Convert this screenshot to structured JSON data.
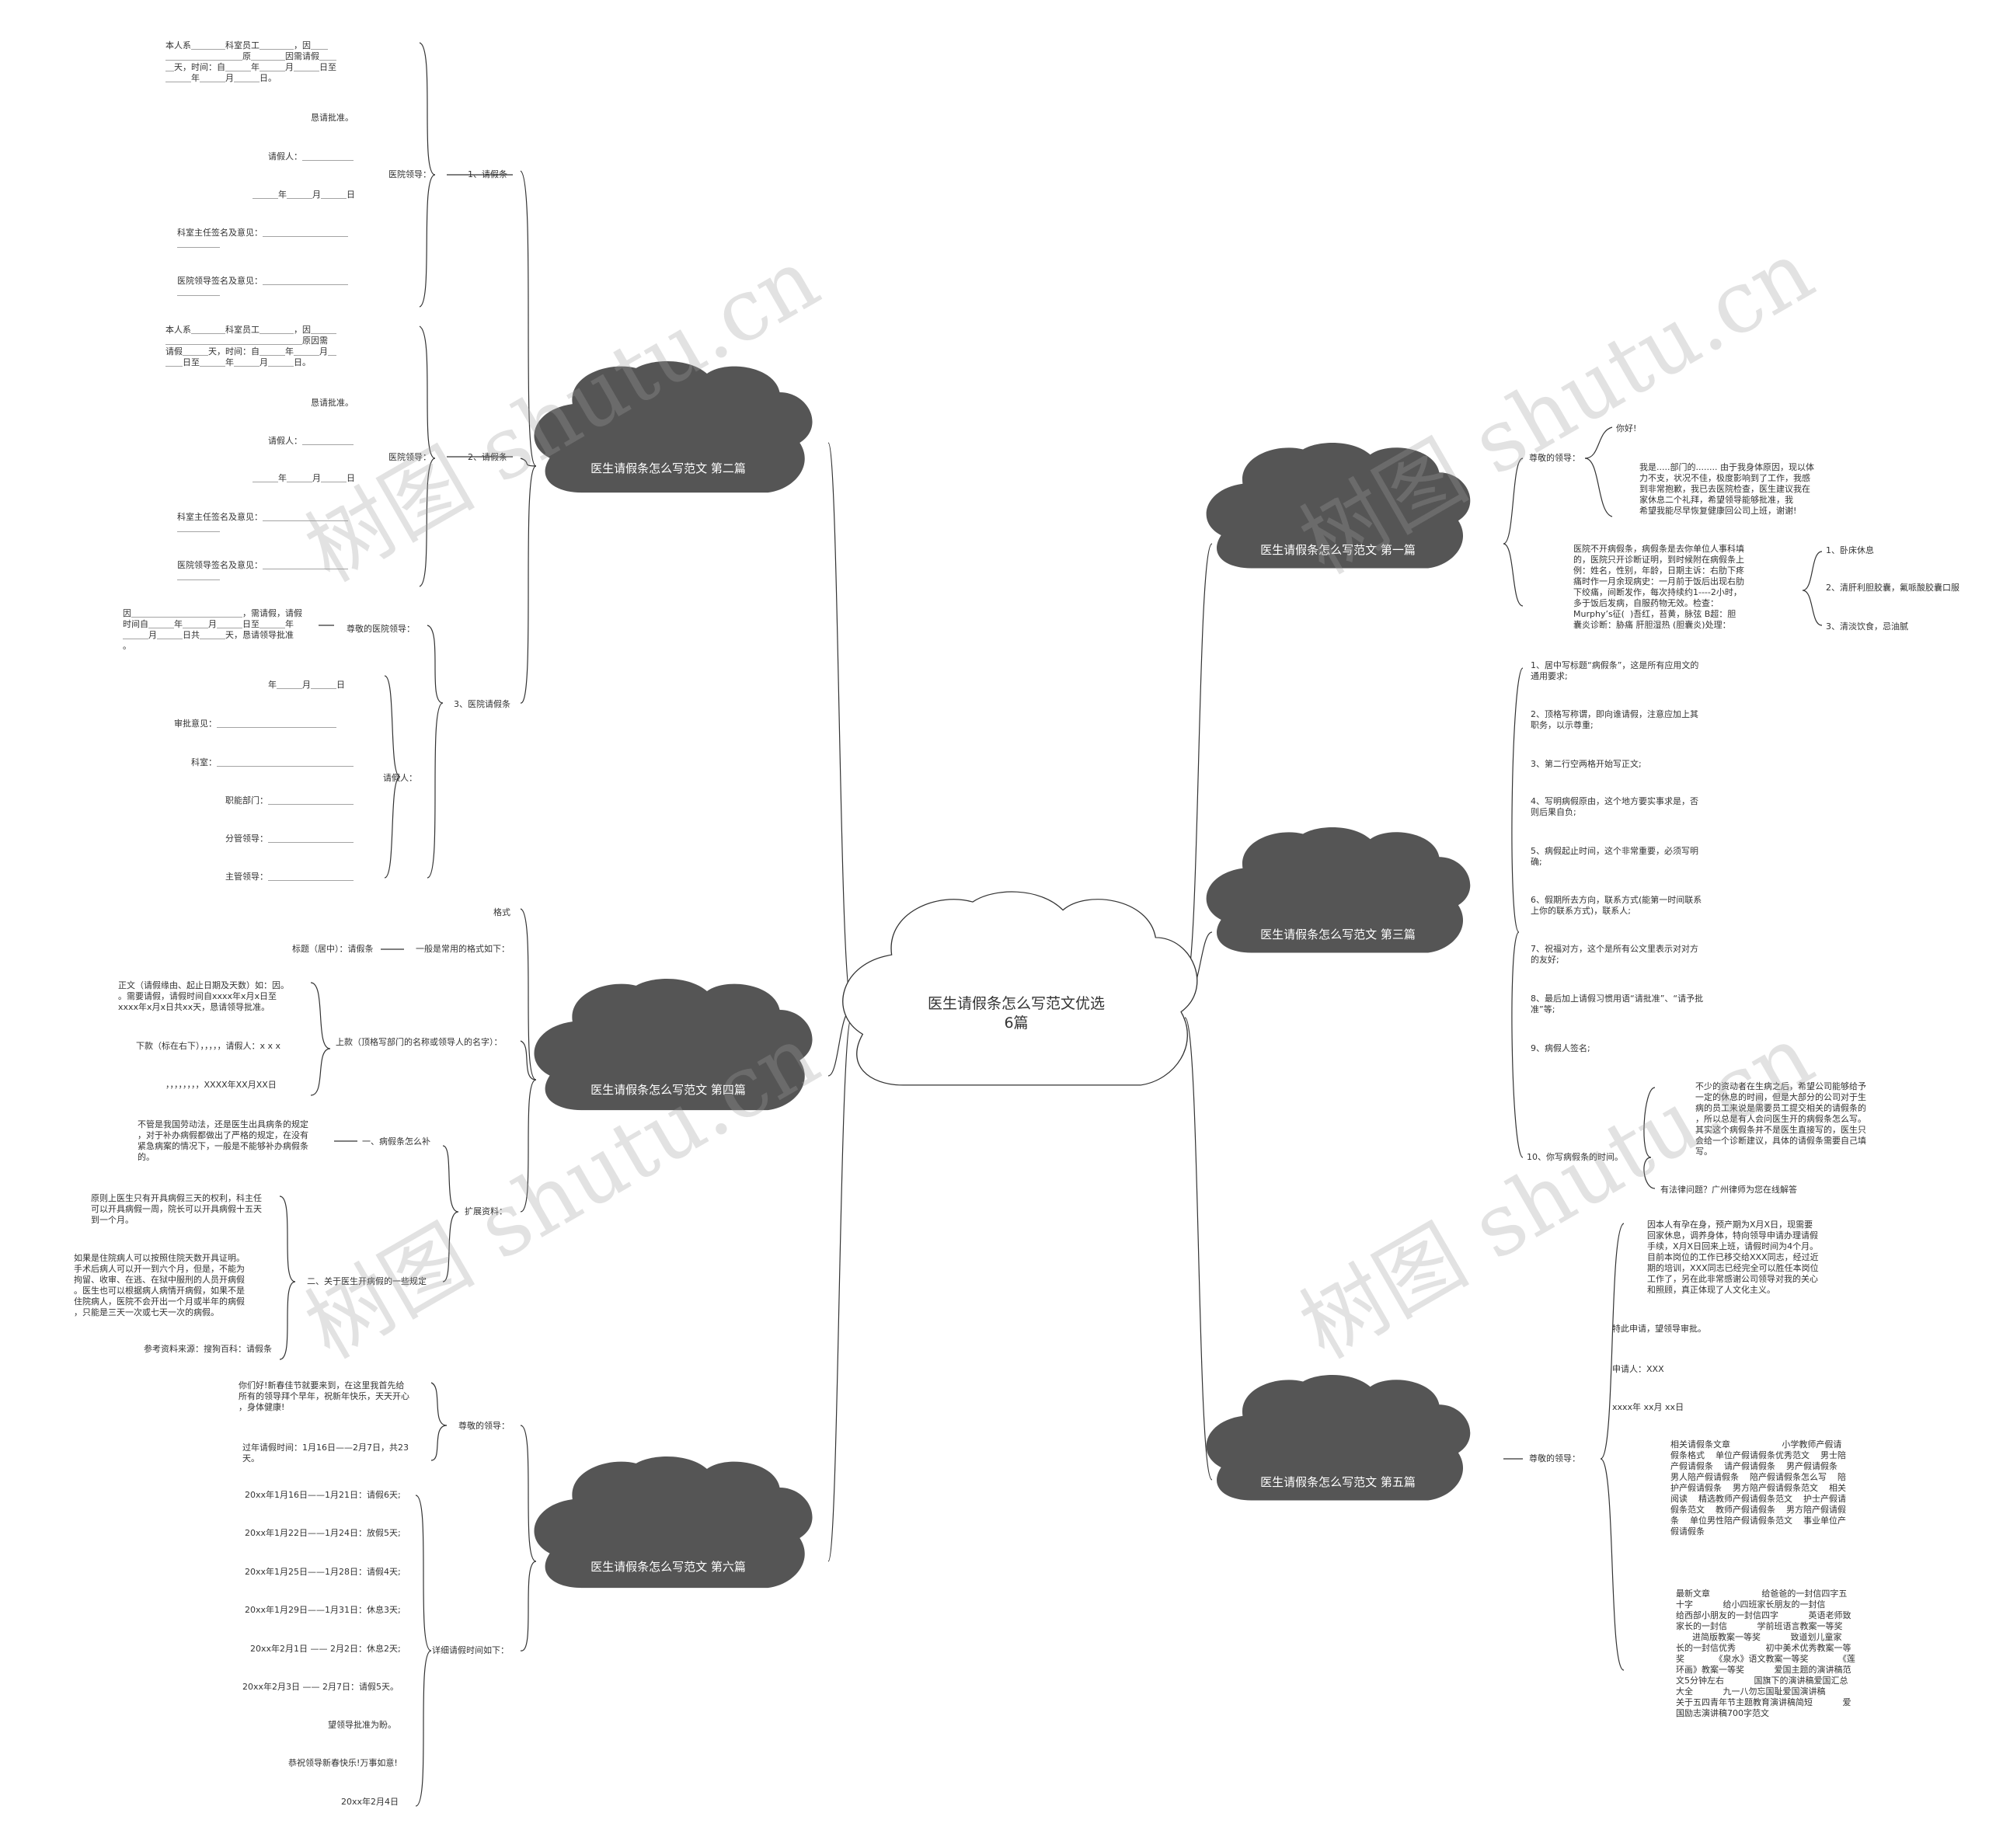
{
  "center": {
    "title": "医生请假条怎么写范文优选6篇"
  },
  "watermark": "树图 shutu.cn",
  "branches": {
    "b1": {
      "title": "医生请假条怎么写范文 第一篇",
      "n1": "尊敬的领导：",
      "n1a": "你好!",
      "n1b": "我是.....部门的........ 由于我身体原因，现以体\n力不支，状况不佳，极度影响到了工作，我感\n到非常抱歉，我已去医院检查，医生建议我在\n家休息二个礼拜，希望领导能够批准，我\n希望我能尽早恢复健康回公司上班，谢谢!",
      "n2": "医院不开病假条，病假条是去你单位人事科填\n的，医院只开诊断证明，到时候附在病假条上\n例：姓名，性别，年龄，日期主诉：右肋下疼\n痛时作一月余现病史：一月前于饭后出现右肋\n下绞痛，间断发作，每次持续约1----2小时，\n多于饭后发病，自服药物无效。检查：\nMurphy’s征(  )吾红，苔黄，脉弦 B超：胆\n囊炎诊断：胁痛 肝胆湿热 (胆囊炎)处理：",
      "n2a": "1、卧床休息",
      "n2b": "2、清肝利胆胶囊，氟哌酸胶囊口服",
      "n2c": "3、清淡饮食，忌油腻"
    },
    "b2": {
      "title": "医生请假条怎么写范文 第二篇",
      "s1": "1、请假条",
      "s1k": "医院领导：",
      "s1a": "本人系＿＿＿＿科室员工＿＿＿＿，因＿＿\n＿＿＿＿＿＿＿＿＿原＿＿＿＿因需请假＿＿\n＿天，时间：自＿＿＿年＿＿＿月＿＿＿日至\n＿＿＿年＿＿＿月＿＿＿日。",
      "s1b": "恳请批准。",
      "s1c": "请假人：＿＿＿＿＿＿",
      "s1d": "＿＿＿年＿＿＿月＿＿＿日",
      "s1e": "科室主任签名及意见：＿＿＿＿＿＿＿＿＿＿\n＿＿＿＿＿",
      "s1f": "医院领导签名及意见：＿＿＿＿＿＿＿＿＿＿\n＿＿＿＿＿",
      "s2": "2、请假条",
      "s2k": "医院领导：",
      "s2a": "本人系＿＿＿＿科室员工＿＿＿＿，因＿＿＿\n＿＿＿＿＿＿＿＿＿＿＿＿＿＿＿＿原因需\n请假＿＿＿天，时间：自＿＿＿年＿＿＿月＿\n＿＿日至＿＿＿年＿＿＿月＿＿＿日。",
      "s2b": "恳请批准。",
      "s2c": "请假人：＿＿＿＿＿＿",
      "s2d": "＿＿＿年＿＿＿月＿＿＿日",
      "s2e": "科室主任签名及意见：＿＿＿＿＿＿＿＿＿＿\n＿＿＿＿＿",
      "s2f": "医院领导签名及意见：＿＿＿＿＿＿＿＿＿＿\n＿＿＿＿＿",
      "s3": "3、医院请假条",
      "s3k1": "尊敬的医院领导：",
      "s3a": "因＿＿＿＿＿＿＿＿＿＿＿＿＿，需请假，请假\n时间自＿＿＿年＿＿＿月＿＿＿日至＿＿＿年\n＿＿＿月＿＿＿日共＿＿＿天，恳请领导批准\n。",
      "s3k2": "请假人：",
      "s3b": "年＿＿＿月＿＿＿日",
      "s3c": "审批意见：＿＿＿＿＿＿＿＿＿＿＿＿＿＿",
      "s3d": "科室：＿＿＿＿＿＿＿＿＿＿＿＿＿＿＿＿",
      "s3e": "职能部门：＿＿＿＿＿＿＿＿＿＿",
      "s3f": "分管领导：＿＿＿＿＿＿＿＿＿＿",
      "s3g": "主管领导：＿＿＿＿＿＿＿＿＿＿"
    },
    "b3": {
      "title": "医生请假条怎么写范文 第三篇",
      "i1": "1、居中写标题“病假条”，这是所有应用文的\n通用要求;",
      "i2": "2、顶格写称谓，即向谁请假，注意应加上其\n职务，以示尊重;",
      "i3": "3、第二行空两格开始写正文;",
      "i4": "4、写明病假原由，这个地方要实事求是，否\n则后果自负;",
      "i5": "5、病假起止时间，这个非常重要，必须写明\n确;",
      "i6": "6、假期所去方向，联系方式(能第一时间联系\n上你的联系方式)，联系人;",
      "i7": "7、祝福对方，这个是所有公文里表示对对方\n的友好;",
      "i8": "8、最后加上请假习惯用语“请批准”、“请予批\n准”等;",
      "i9": "9、病假人签名;",
      "i10": "10、你写病假条的时间。",
      "i10a": "不少的资动者在生病之后，希望公司能够给予\n一定的休息的时间，但是大部分的公司对于生\n病的员工来说是需要员工提交相关的请假条的\n，所以总是有人会问医生开的病假条怎么写。\n其实这个病假条并不是医生直接写的，医生只\n会给一个诊断建议，具体的请假条需要自己填\n写。",
      "i10b": "有法律问题？广州律师为您在线解答"
    },
    "b4": {
      "title": "医生请假条怎么写范文 第四篇",
      "k1": "一般是常用的格式如下：",
      "k1a": "格式",
      "k1b": "标题（居中）：请假条",
      "k2": "上款（顶格写部门的名称或领导人的名字）：",
      "k2a": "正文（请假缘由、起止日期及天数）如：因。\n。需要请假，请假时间自xxxx年x月x日至\nxxxx年x月x日共xx天，恳请领导批准。",
      "k2b": "下款（标在右下），，，，，请假人：x x x",
      "k2c": "，，，，，，，，XXXX年XX月XX日",
      "k3": "扩展资料：",
      "k3a": "一、病假条怎么补",
      "k3a1": "不管是我国劳动法，还是医生出具病条的规定\n，对于补办病假都做出了严格的规定，在没有\n紧急病案的情况下，一般是不能够补办病假条\n的。",
      "k3b": "二、关于医生开病假的一些规定",
      "k3b1": "原则上医生只有开具病假三天的权利，科主任\n可以开具病假一周，院长可以开具病假十五天\n到一个月。",
      "k3b2": "如果是住院病人可以按照住院天数开具证明。\n手术后病人可以开一到六个月，但是，不能为\n拘留、收审、在逃、在狱中服刑的人员开病假\n。医生也可以根据病人病情开病假，如果不是\n住院病人，医院不会开出一个月或半年的病假\n，只能是三天一次或七天一次的病假。",
      "k3b3": "参考资料来源：搜狗百科：请假条"
    },
    "b5": {
      "title": "医生请假条怎么写范文 第五篇",
      "m": "尊敬的领导：",
      "m1": "因本人有孕在身，预产期为X月X日，现需要\n回家休息，调养身体，特向领导申请办理请假\n手续，X月X日回来上班，请假时间为4个月。\n目前本岗位的工作已移交给XXX同志，经过近\n期的培训，XXX同志已经完全可以胜任本岗位\n工作了，另在此非常感谢公司领导对我的关心\n和照顾，真正体现了人文化主义。",
      "m2": "特此申请，望领导审批。",
      "m3": "申请人：XXX",
      "m4": "xxxx年 xx月 xx日",
      "m5": "相关请假条文章                   小学教师产假请\n假条格式    单位产假请假条优秀范文    男士陪\n产假请假条    请产假请假条    男产假请假条\n男人陪产假请假条    陪产假请假条怎么写    陪\n护产假请假条    男方陪产假请假条范文    相关\n阅读    精选教师产假请假条范文    护士产假请\n假条范文    教师产假请假条    男方陪产假请假\n条    单位男性陪产假请假条范文    事业单位产\n假请假条",
      "m6": "最新文章                   给爸爸的一封信四字五\n十字           给小四班家长朋友的一封信\n给西部小朋友的一封信四字           英语老师致\n家长的一封信           学前班语言教案一等奖\n      进简版教案一等奖           致道划儿童家\n长的一封信优秀           初中美术优秀教案一等\n奖           《泉水》语文教案一等奖           《莲\n环画》教案一等奖           爱国主题的演讲稿范\n文5分钟左右           国旗下的演讲稿爱国汇总\n大全           九一八勿忘国耻爱国演讲稿\n关于五四青年节主题教育演讲稿简短           爱\n国励志演讲稿700字范文"
    },
    "b6": {
      "title": "医生请假条怎么写范文 第六篇",
      "p1": "尊敬的领导：",
      "p1a": "你们好!新春佳节就要来到，在这里我首先给\n所有的领导拜个早年，祝新年快乐，天天开心\n，身体健康!",
      "p1b": "过年请假时间：1月16日——2月7日，共23\n天。",
      "p2": "详细请假时间如下：",
      "p2a": "20xx年1月16日——1月21日：请假6天;",
      "p2b": "20xx年1月22日——1月24日：放假5天;",
      "p2c": "20xx年1月25日——1月28日：请假4天;",
      "p2d": "20xx年1月29日——1月31日：休息3天;",
      "p2e": "20xx年2月1日 —— 2月2日：休息2天;",
      "p2f": "20xx年2月3日 —— 2月7日：请假5天。",
      "p2g": "望领导批准为盼。",
      "p2h": "恭祝领导新春快乐!万事如意!",
      "p2i": "20xx年2月4日"
    }
  }
}
